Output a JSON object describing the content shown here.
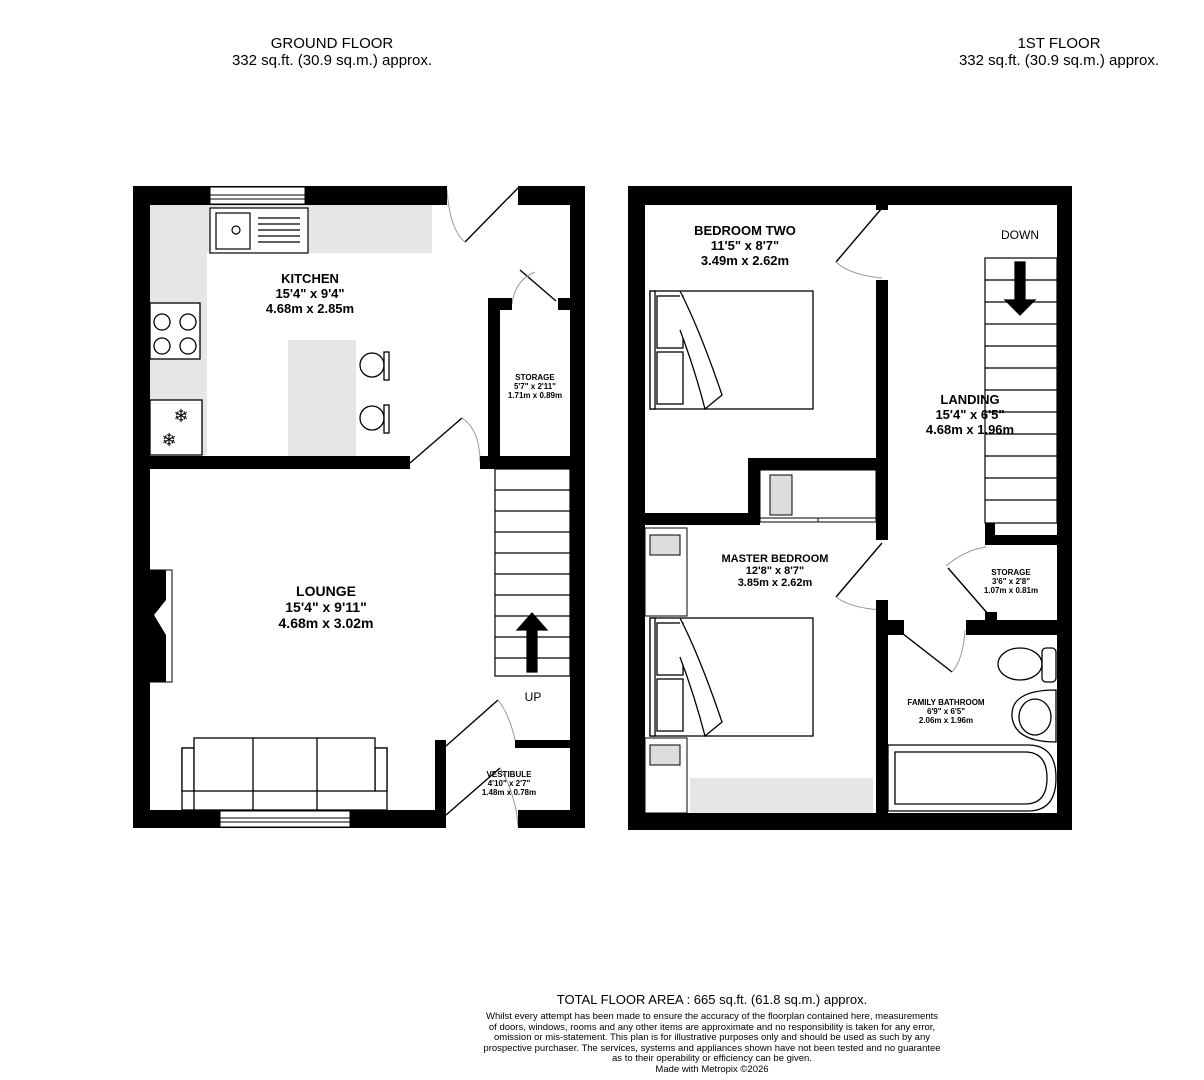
{
  "ground_floor": {
    "title": "GROUND FLOOR",
    "area": "332 sq.ft. (30.9 sq.m.) approx.",
    "rooms": {
      "kitchen": {
        "name": "KITCHEN",
        "imperial": "15'4\"  x 9'4\"",
        "metric": "4.68m  x 2.85m"
      },
      "storage": {
        "name": "STORAGE",
        "imperial": "5'7\"  x 2'11\"",
        "metric": "1.71m  x 0.89m"
      },
      "lounge": {
        "name": "LOUNGE",
        "imperial": "15'4\"  x 9'11\"",
        "metric": "4.68m  x 3.02m"
      },
      "vestibule": {
        "name": "VESTIBULE",
        "imperial": "4'10\"  x 2'7\"",
        "metric": "1.48m  x 0.78m"
      }
    },
    "stairs_label": "UP"
  },
  "first_floor": {
    "title": "1ST FLOOR",
    "area": "332 sq.ft. (30.9 sq.m.) approx.",
    "rooms": {
      "bedroom_two": {
        "name": "BEDROOM TWO",
        "imperial": "11'5\"  x 8'7\"",
        "metric": "3.49m  x 2.62m"
      },
      "landing": {
        "name": "LANDING",
        "imperial": "15'4\"  x 6'5\"",
        "metric": "4.68m  x 1.96m"
      },
      "master_bedroom": {
        "name": "MASTER BEDROOM",
        "imperial": "12'8\"  x 8'7\"",
        "metric": "3.85m  x 2.62m"
      },
      "storage": {
        "name": "STORAGE",
        "imperial": "3'6\"  x 2'8\"",
        "metric": "1.07m  x 0.81m"
      },
      "family_bathroom": {
        "name": "FAMILY BATHROOM",
        "imperial": "6'9\"  x 6'5\"",
        "metric": "2.06m  x 1.96m"
      }
    },
    "stairs_label": "DOWN"
  },
  "footer": {
    "total": "TOTAL FLOOR AREA : 665 sq.ft. (61.8 sq.m.) approx.",
    "disclaimer": [
      "Whilst every attempt has been made to ensure the accuracy of the floorplan contained here, measurements",
      "of doors, windows, rooms and any other items are approximate and no responsibility is taken for any error,",
      "omission or mis-statement. This plan is for illustrative purposes only and should be used as such by any",
      "prospective purchaser. The services, systems and appliances shown have not been tested and no guarantee",
      "as to their operability or efficiency can be given."
    ],
    "credit": "Made with Metropix ©2026"
  }
}
